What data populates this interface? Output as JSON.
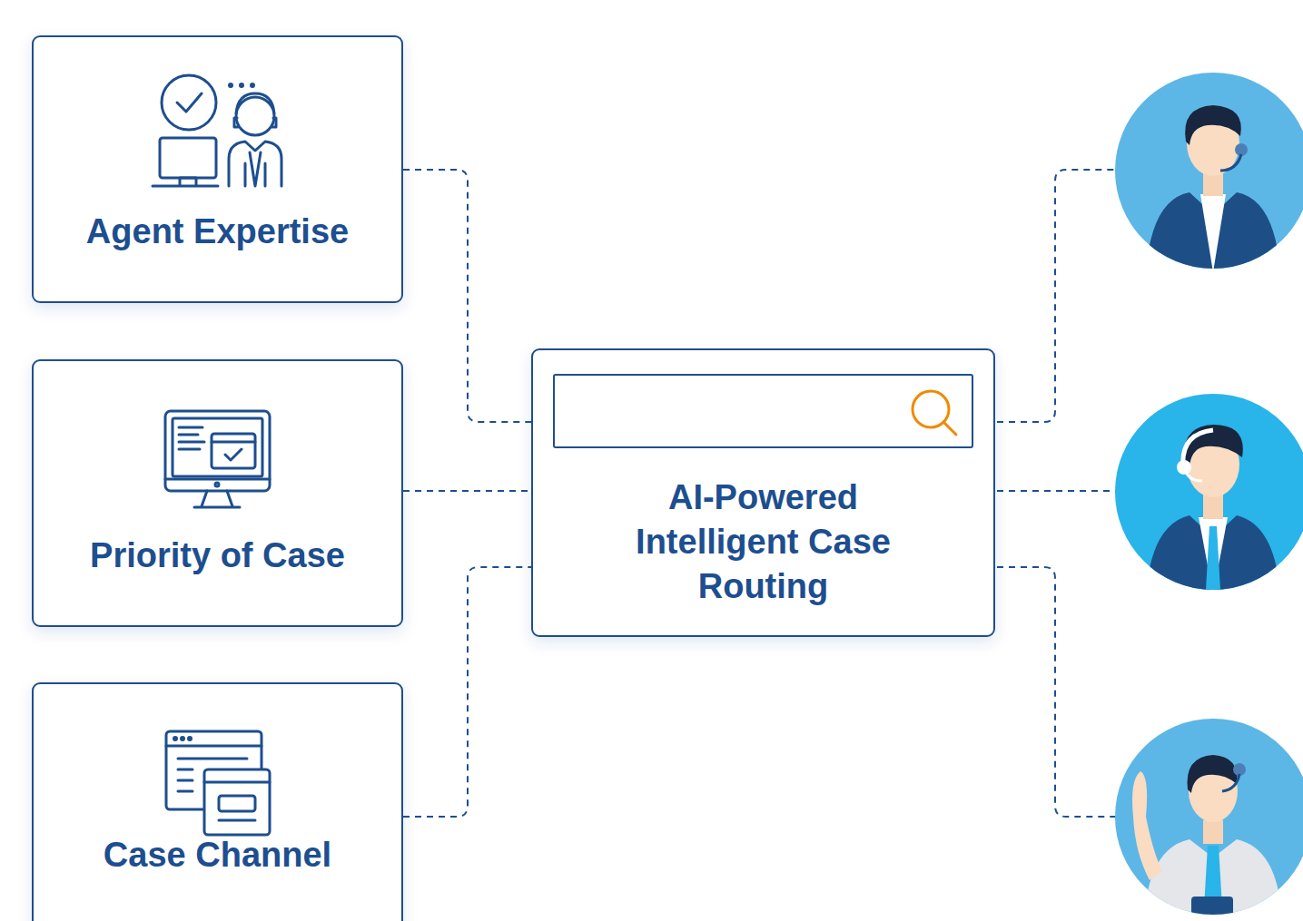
{
  "diagram": {
    "nodes": [
      {
        "text": [
          "Agent Expertise"
        ]
      },
      {
        "text": [
          "Priority of Case"
        ]
      },
      {
        "text": [
          "Case Channel"
        ]
      },
      {
        "text": [
          "AI-Powered Intelligent Case Routing"
        ]
      }
    ],
    "edges": [
      {
        "from": 0,
        "to": 3,
        "arrow": "none"
      },
      {
        "from": 1,
        "to": 3,
        "arrow": "none"
      },
      {
        "from": 2,
        "to": 3,
        "arrow": "none"
      }
    ]
  }
}
